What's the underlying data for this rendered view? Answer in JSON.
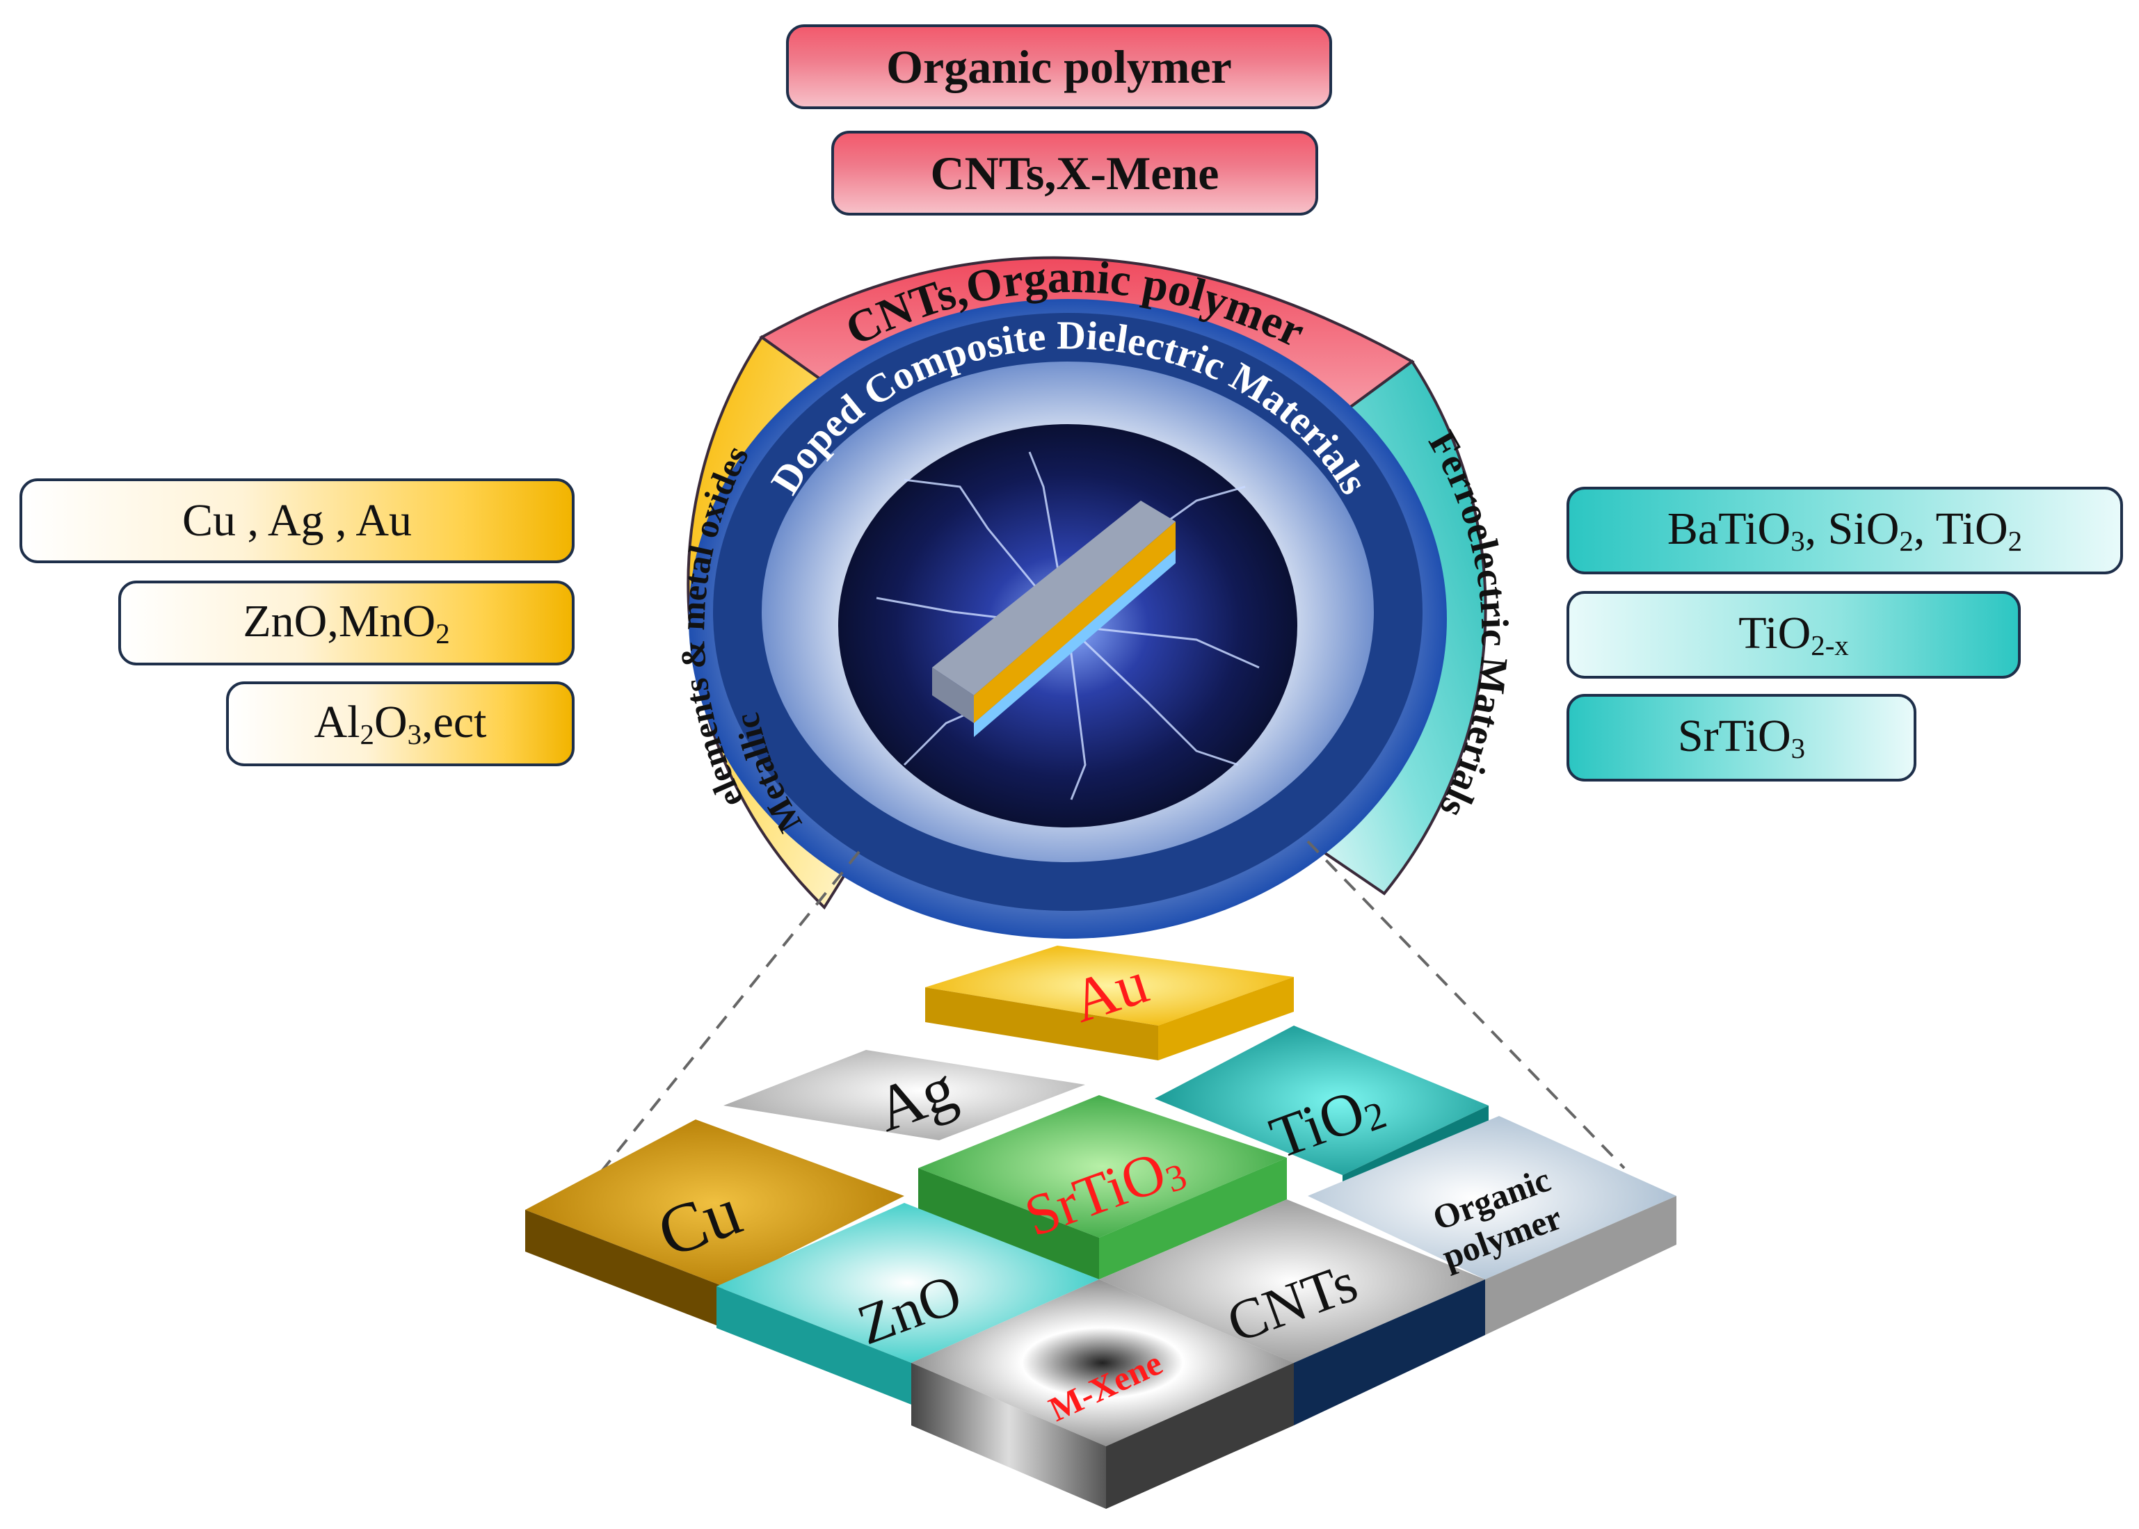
{
  "top_boxes": {
    "organic_polymer": "Organic polymer",
    "cnts_xmene": "CNTs,X-Mene"
  },
  "left_boxes": {
    "row1": "Cu , Ag , Au",
    "row2_a": "ZnO,MnO",
    "row2_sub": "2",
    "row3_a": "Al",
    "row3_sub1": "2",
    "row3_b": "O",
    "row3_sub2": "3",
    "row3_c": ",ect"
  },
  "right_boxes": {
    "row1_a": "BaTiO",
    "row1_sub1": "3",
    "row1_b": ", SiO",
    "row1_sub2": "2",
    "row1_c": ", TiO",
    "row1_sub3": "2",
    "row2_a": "TiO",
    "row2_sub": "2-x",
    "row3_a": "SrTiO",
    "row3_sub": "3"
  },
  "ring": {
    "top_label": "CNTs,Organic polymer",
    "left_label_outer": "elements & metal oxides",
    "left_label_inner": "Metallic",
    "right_label": "Ferroelectric Materials",
    "inner_label": "Doped Composite Dielectric Materials"
  },
  "tiles": {
    "au": "Au",
    "ag": "Ag",
    "tio2_a": "TiO",
    "tio2_sub": "2",
    "cu": "Cu",
    "srtio3_a": "SrTiO",
    "srtio3_sub": "3",
    "organic_line1": "Organic",
    "organic_line2": "polymer",
    "zno": "ZnO",
    "cnts": "CNTs",
    "mxene": "M-Xene"
  },
  "colors": {
    "red": "#ee4e62",
    "gold": "#f5b800",
    "teal": "#22bdb8",
    "navy": "#1c3f8a",
    "label_red": "#ff1a1a"
  }
}
